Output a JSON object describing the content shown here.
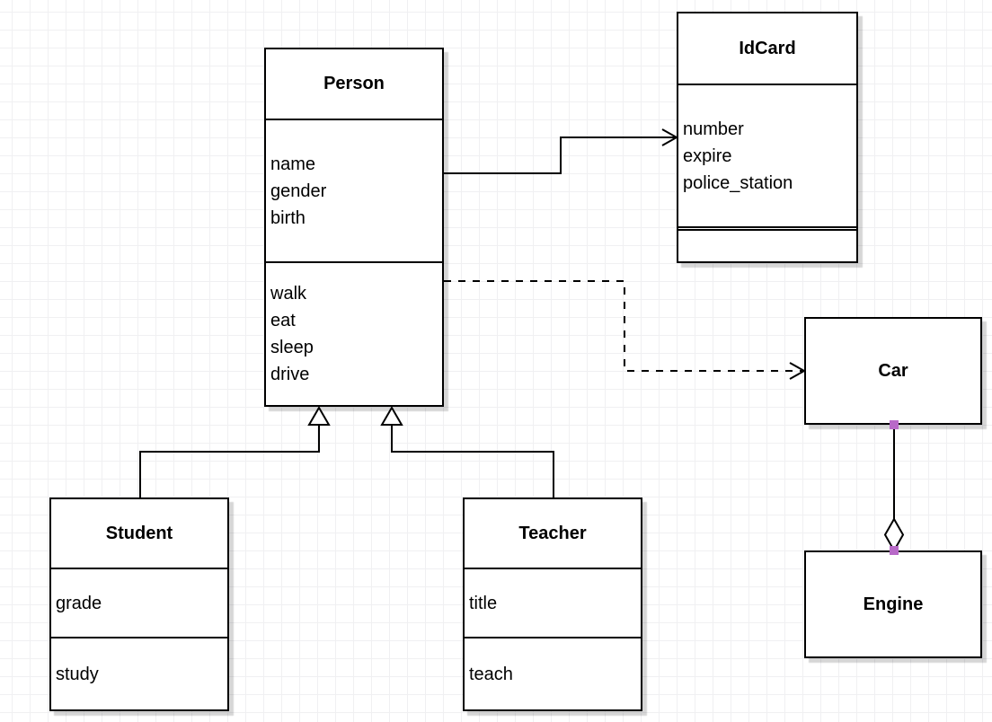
{
  "diagram": {
    "type": "uml-class-diagram",
    "classes": {
      "person": {
        "name": "Person",
        "attributes": [
          "name",
          "gender",
          "birth"
        ],
        "methods": [
          "walk",
          "eat",
          "sleep",
          "drive"
        ]
      },
      "idcard": {
        "name": "IdCard",
        "attributes": [
          "number",
          "expire",
          "police_station"
        ],
        "methods": []
      },
      "car": {
        "name": "Car",
        "attributes": [],
        "methods": []
      },
      "engine": {
        "name": "Engine",
        "attributes": [],
        "methods": []
      },
      "student": {
        "name": "Student",
        "attributes": [
          "grade"
        ],
        "methods": [
          "study"
        ]
      },
      "teacher": {
        "name": "Teacher",
        "attributes": [
          "title"
        ],
        "methods": [
          "teach"
        ]
      }
    },
    "relationships": [
      {
        "from": "Person",
        "to": "IdCard",
        "type": "association",
        "line": "solid",
        "arrow": "open"
      },
      {
        "from": "Person",
        "to": "Car",
        "type": "dependency",
        "line": "dashed",
        "arrow": "open"
      },
      {
        "from": "Student",
        "to": "Person",
        "type": "generalization",
        "line": "solid",
        "arrow": "hollow-triangle"
      },
      {
        "from": "Teacher",
        "to": "Person",
        "type": "generalization",
        "line": "solid",
        "arrow": "hollow-triangle"
      },
      {
        "from": "Car",
        "to": "Engine",
        "type": "aggregation",
        "line": "solid",
        "arrow": "hollow-diamond"
      }
    ],
    "colors": {
      "stroke": "#000000",
      "shape_fill": "#ffffff",
      "grid": "#f0f0f2",
      "shadow": "#d8d8d8",
      "endpoint_marker": "#b869c8"
    }
  }
}
